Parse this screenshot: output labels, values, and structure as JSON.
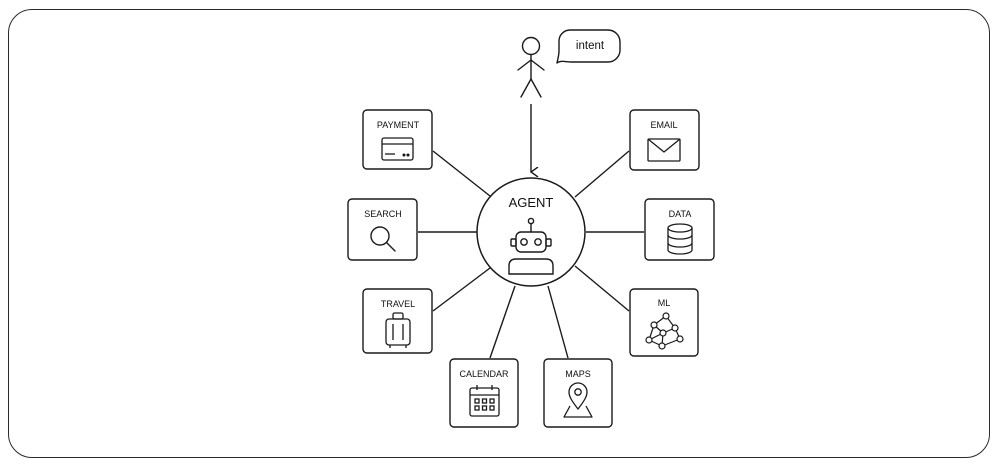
{
  "user": {
    "speech": "intent"
  },
  "agent": {
    "label": "AGENT"
  },
  "services": {
    "payment": {
      "label": "PAYMENT"
    },
    "search": {
      "label": "SEARCH"
    },
    "travel": {
      "label": "TRAVEL"
    },
    "calendar": {
      "label": "CALENDAR"
    },
    "maps": {
      "label": "MAPS"
    },
    "ml": {
      "label": "ML"
    },
    "data": {
      "label": "DATA"
    },
    "email": {
      "label": "EMAIL"
    }
  },
  "icons": {
    "payment": "credit-card-icon",
    "search": "magnifier-icon",
    "travel": "suitcase-icon",
    "calendar": "calendar-icon",
    "maps": "map-pin-icon",
    "ml": "network-graph-icon",
    "data": "database-icon",
    "email": "envelope-icon",
    "agent": "robot-icon",
    "user": "stick-figure-icon"
  },
  "colors": {
    "stroke": "#1a1a1a",
    "background": "#ffffff"
  }
}
